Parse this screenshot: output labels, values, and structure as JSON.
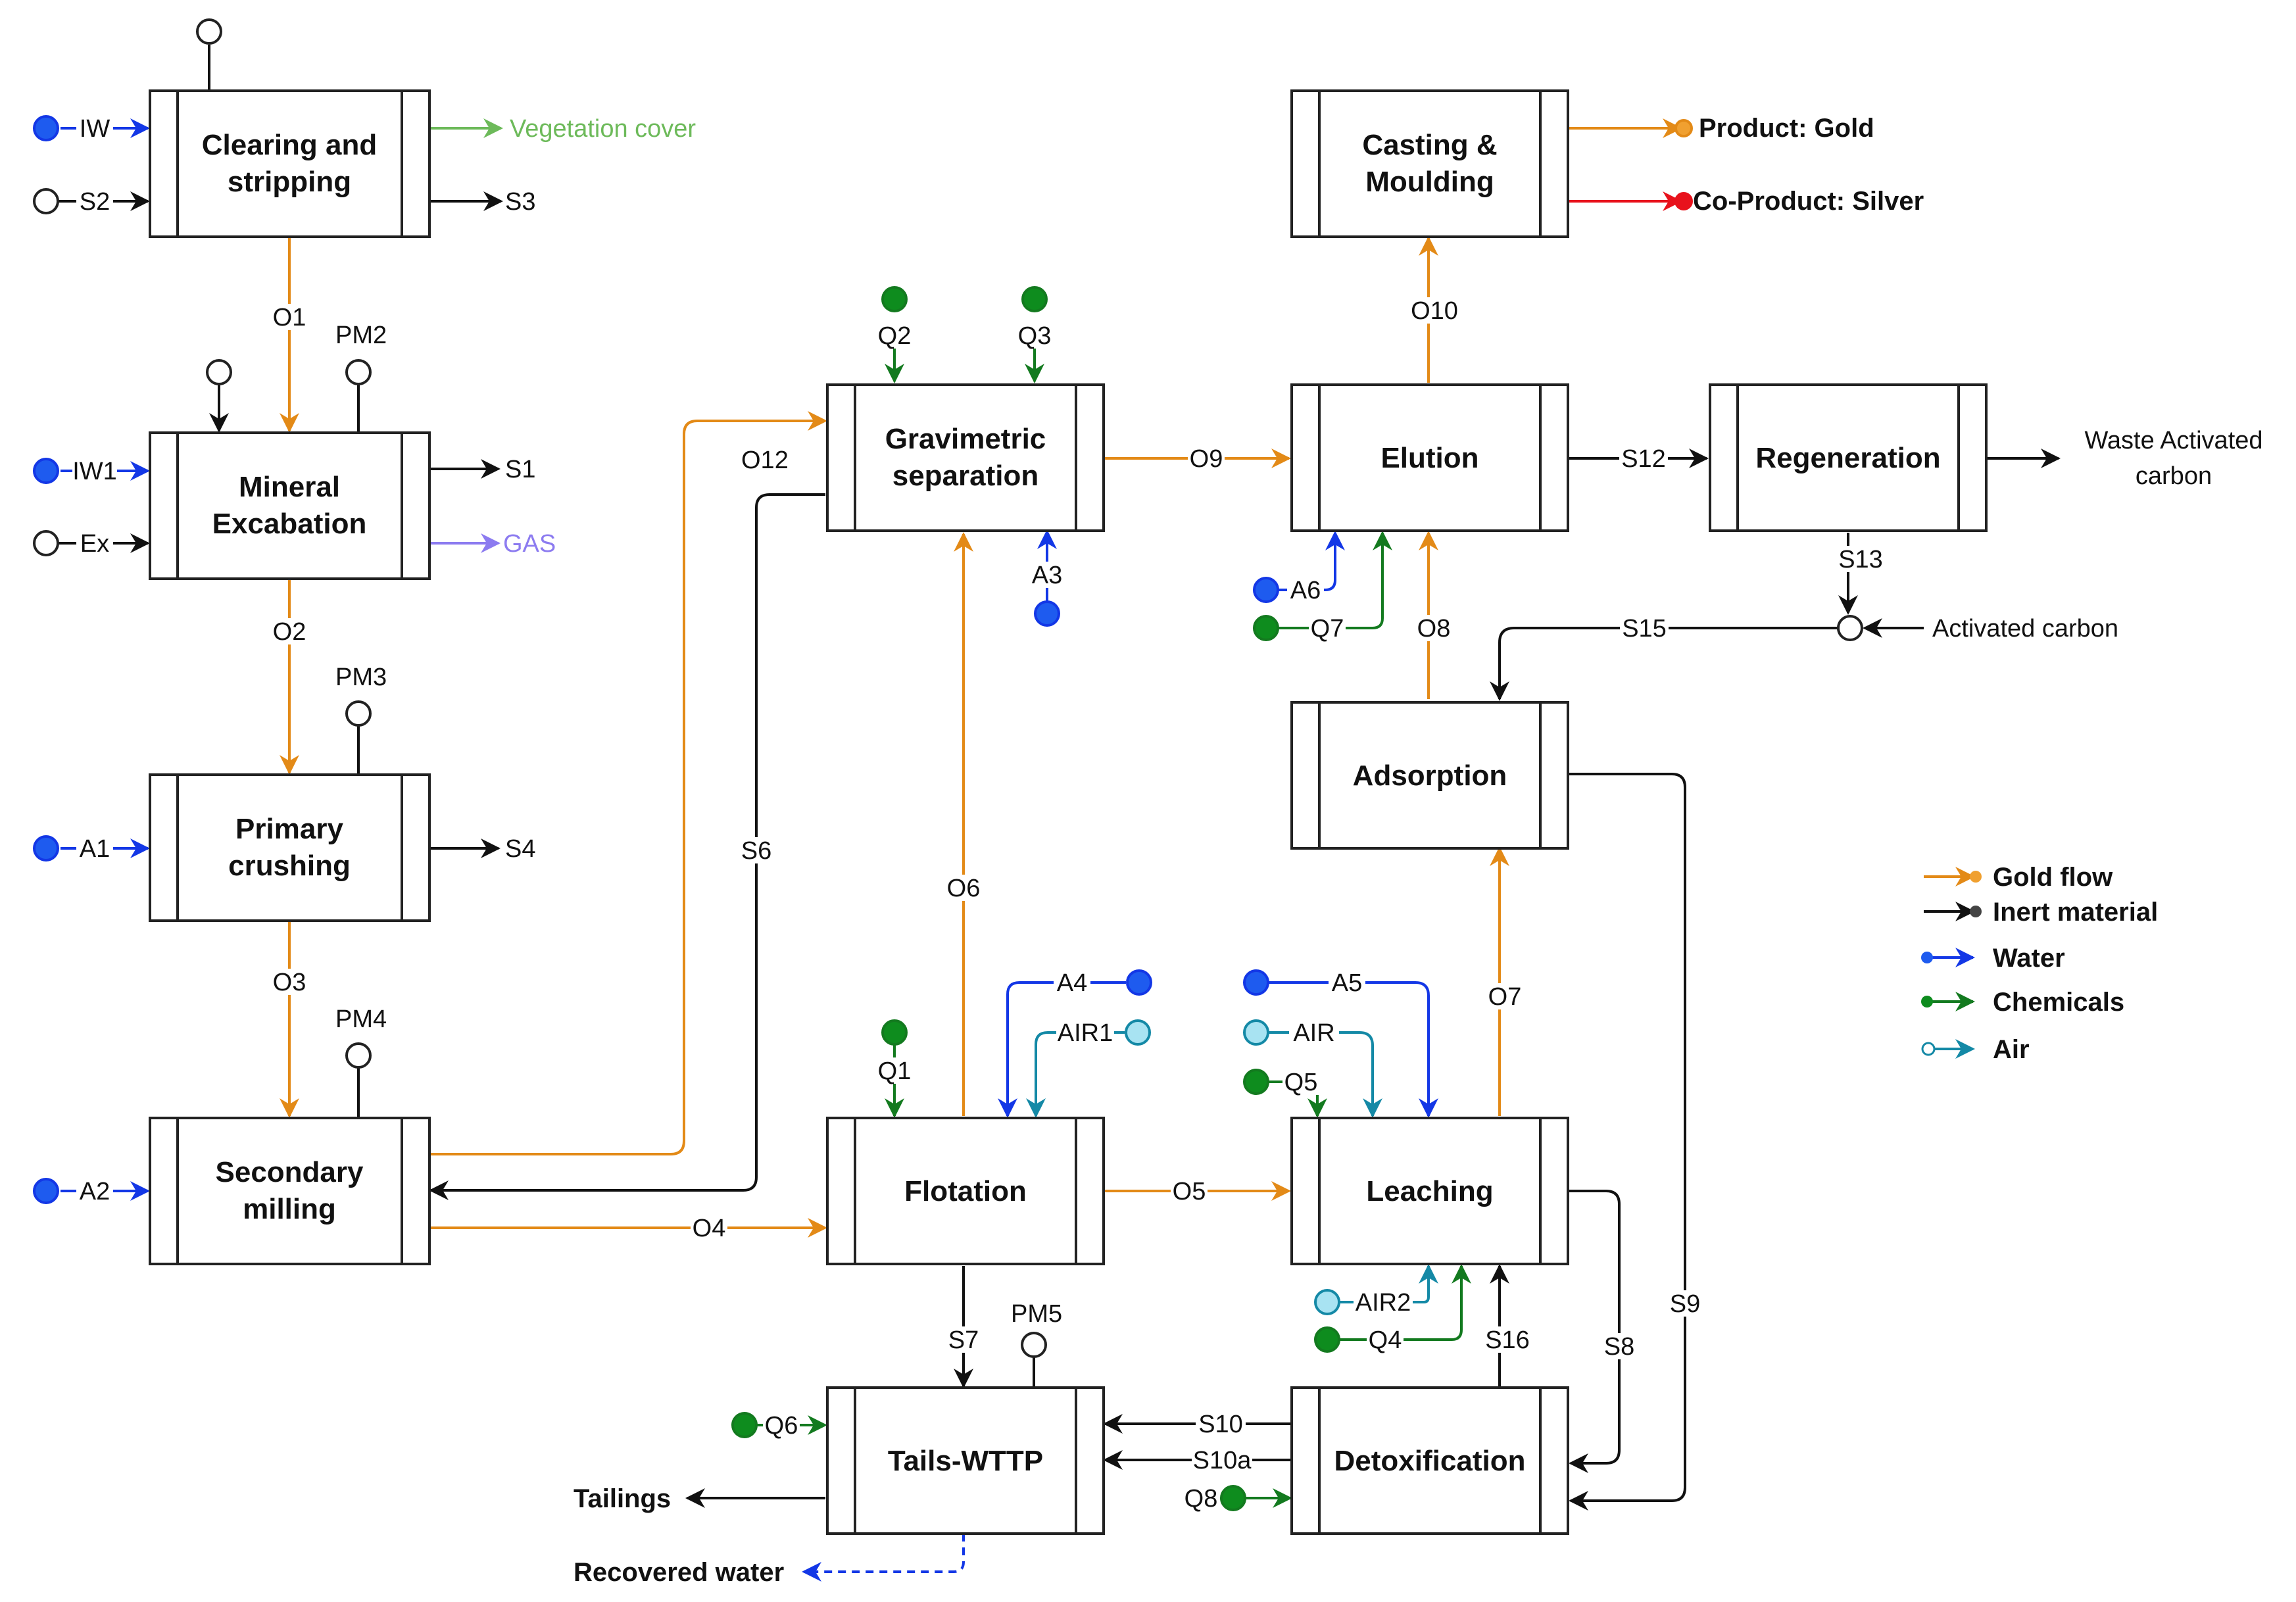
{
  "colors": {
    "gold": "#E38A17",
    "inert": "#111111",
    "water": "#1337E6",
    "water_dot": "#1E5BEF",
    "chemical": "#137A1F",
    "chemical_dot": "#0E8C1E",
    "air": "#1489A6",
    "air_fill": "#A8E3F2",
    "product_gold": "#F0A030",
    "silver": "#E8121C",
    "vegetation": "#6DBA5A",
    "gas": "#8C7BF0"
  },
  "boxes": {
    "clearing": [
      "Clearing and",
      "stripping"
    ],
    "mineral": [
      "Mineral",
      "Excabation"
    ],
    "primary": [
      "Primary",
      "crushing"
    ],
    "secondary": [
      "Secondary",
      "milling"
    ],
    "gravimetric": [
      "Gravimetric",
      "separation"
    ],
    "flotation": [
      "Flotation"
    ],
    "tails": [
      "Tails-WTTP"
    ],
    "casting": [
      "Casting  &",
      "Moulding"
    ],
    "elution": [
      "Elution"
    ],
    "regeneration": [
      "Regeneration"
    ],
    "adsorption": [
      "Adsorption"
    ],
    "leaching": [
      "Leaching"
    ],
    "detox": [
      "Detoxification"
    ]
  },
  "flows": {
    "IW": "IW",
    "S2": "S2",
    "S3": "S3",
    "veg": "Vegetation cover",
    "O1": "O1",
    "PM2": "PM2",
    "IW1": "IW1",
    "Ex": "Ex",
    "S1": "S1",
    "GAS": "GAS",
    "O2": "O2",
    "PM3": "PM3",
    "A1": "A1",
    "S4": "S4",
    "O3": "O3",
    "PM4": "PM4",
    "A2": "A2",
    "O4": "O4",
    "O12": "O12",
    "S6": "S6",
    "Q2": "Q2",
    "Q3": "Q3",
    "A3": "A3",
    "O9": "O9",
    "O6": "O6",
    "A4": "A4",
    "AIR1": "AIR1",
    "Q1": "Q1",
    "O5": "O5",
    "S7": "S7",
    "PM5": "PM5",
    "Q6": "Q6",
    "tailings": "Tailings",
    "recovered": "Recovered water",
    "product_gold": "Product: Gold",
    "co_product": "Co-Product: Silver",
    "O10": "O10",
    "S12": "S12",
    "waste_ac1": "Waste Activated",
    "waste_ac2": "carbon",
    "S13": "S13",
    "activated": "Activated carbon",
    "S15": "S15",
    "A6": "A6",
    "Q7": "Q7",
    "O8": "O8",
    "O7": "O7",
    "A5": "A5",
    "AIR": "AIR",
    "Q5": "Q5",
    "S9": "S9",
    "S8": "S8",
    "AIR2": "AIR2",
    "Q4": "Q4",
    "S16": "S16",
    "S10": "S10",
    "S10a": "S10a",
    "Q8": "Q8"
  },
  "legend": {
    "gold": "Gold flow",
    "inert": "Inert material",
    "water": "Water",
    "chemicals": "Chemicals",
    "air": "Air"
  }
}
